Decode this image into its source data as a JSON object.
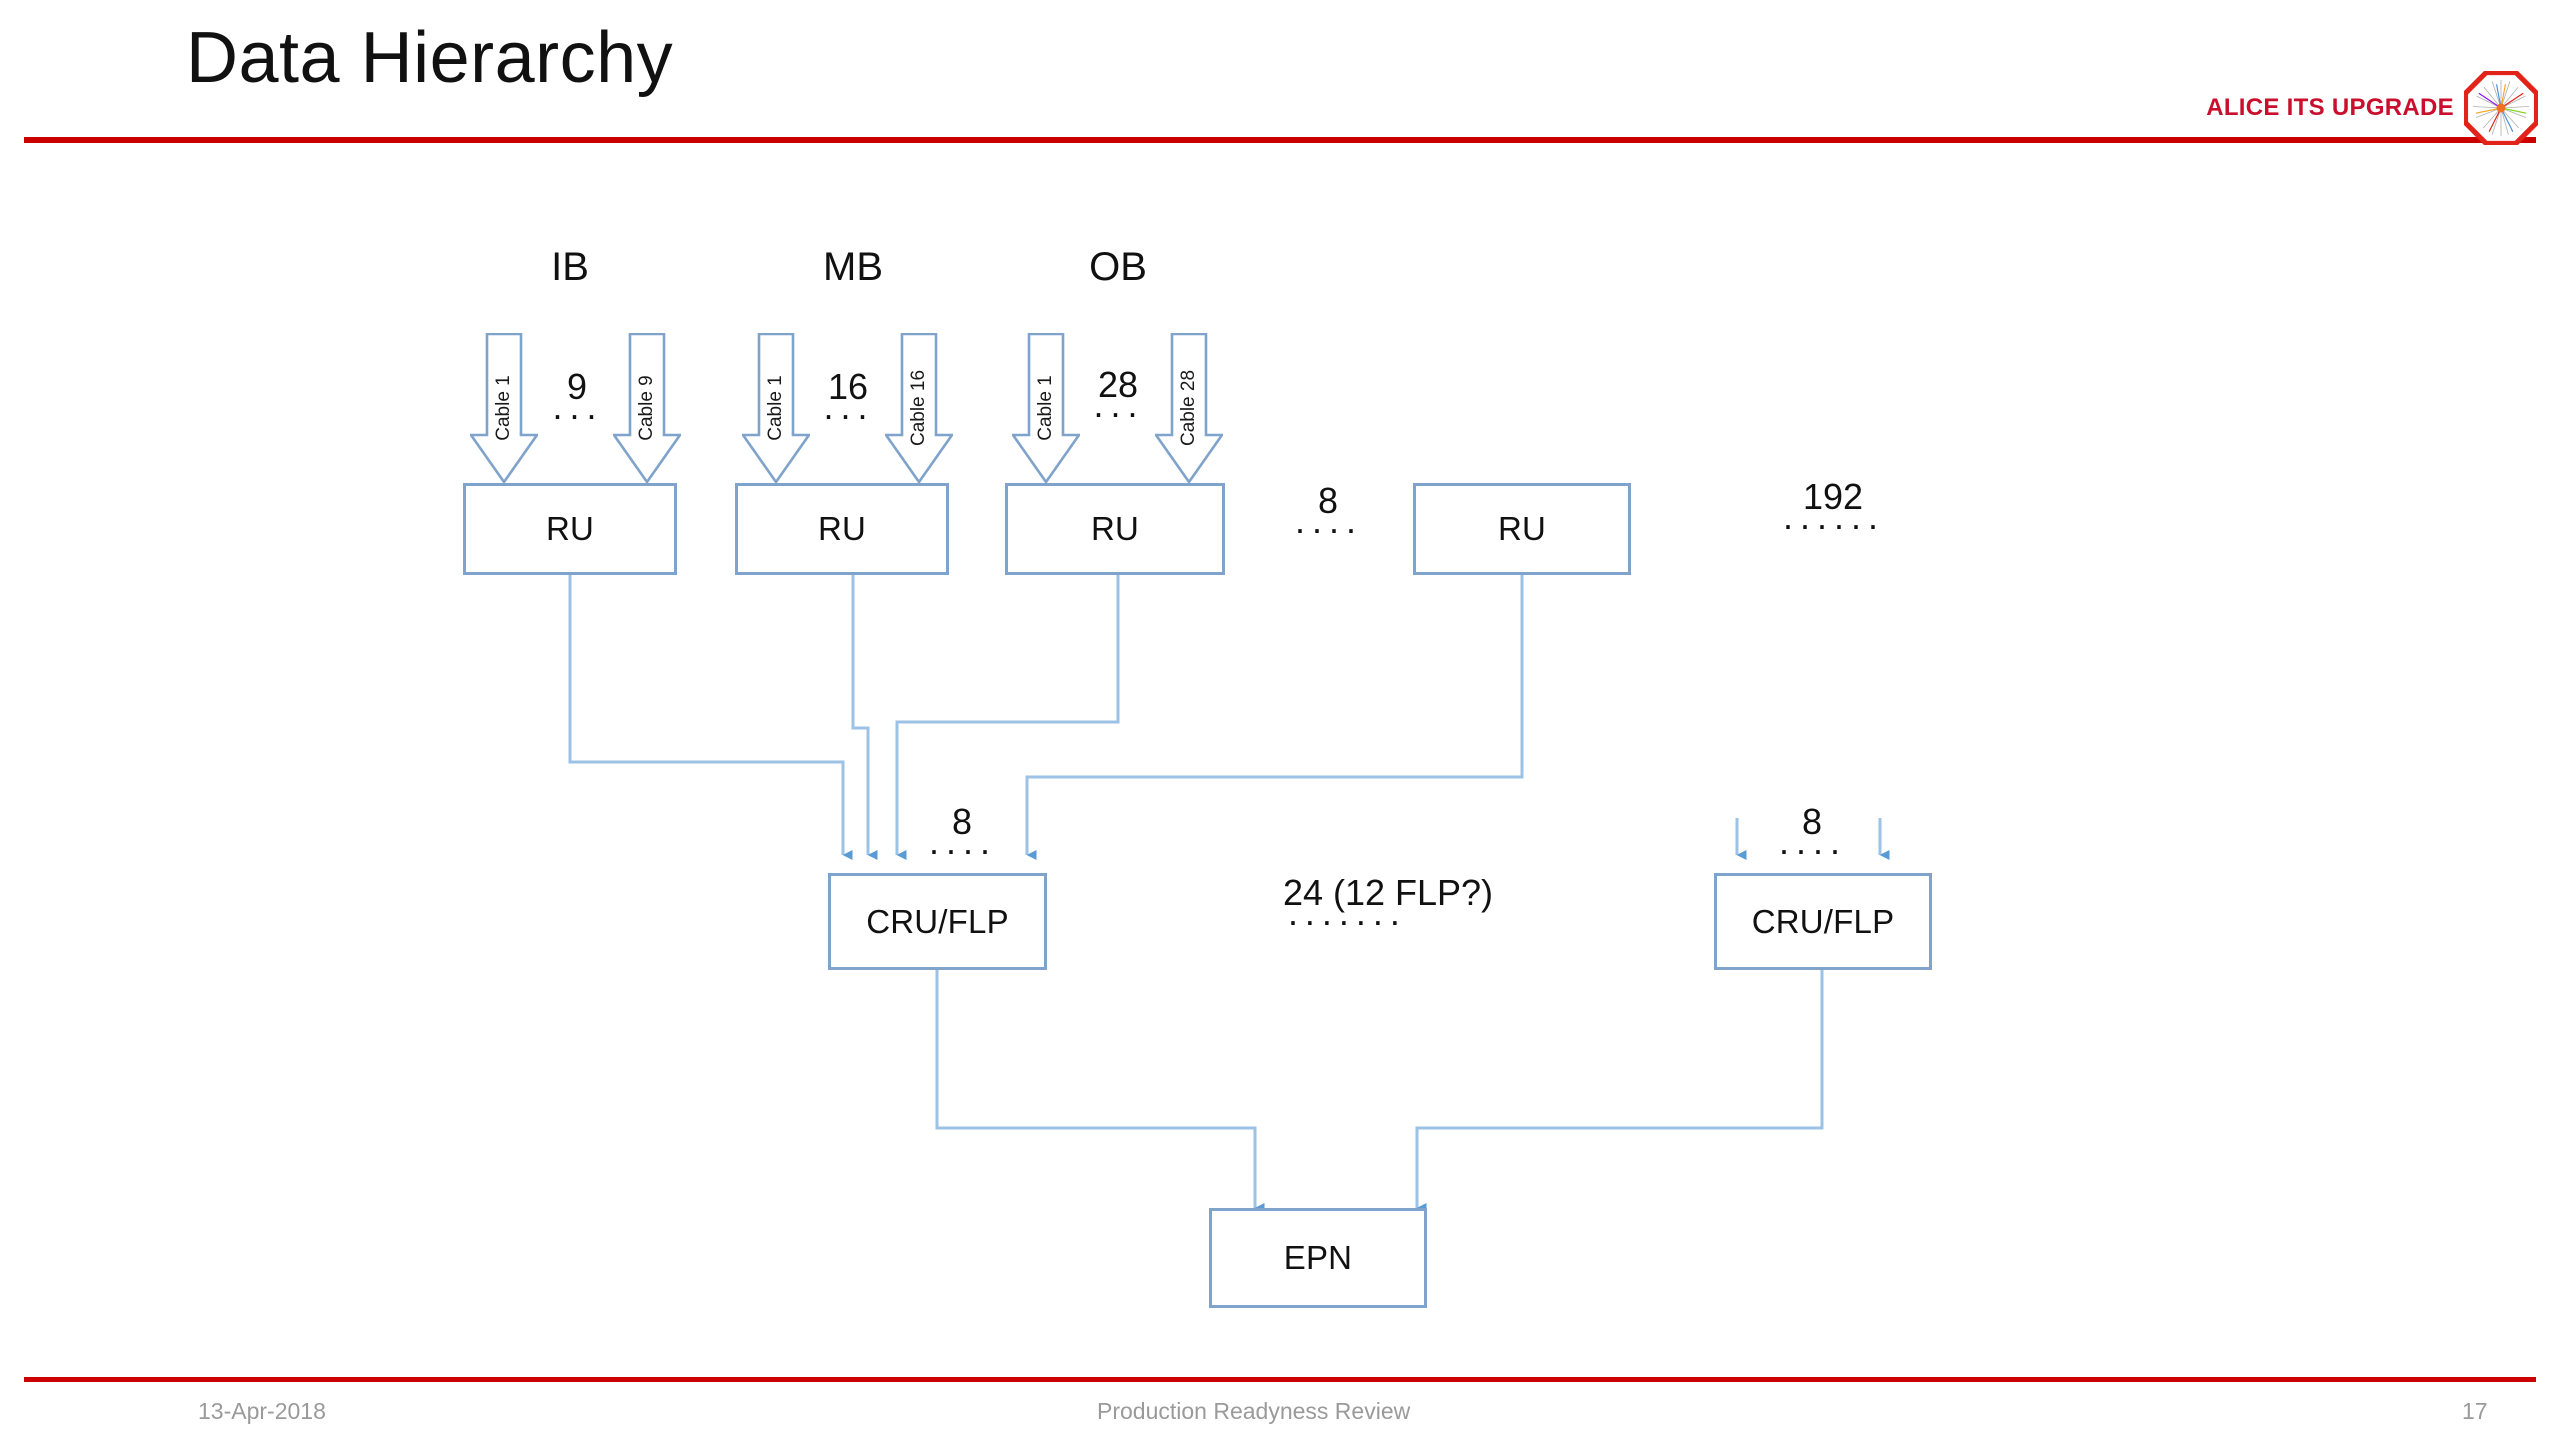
{
  "slide": {
    "title": "Data Hierarchy",
    "brand": "ALICE ITS UPGRADE",
    "accent_color": "#CC0000",
    "wire_color": "#9CC3E5",
    "box_border_color": "#7FA3CB"
  },
  "footer": {
    "date": "13-Apr-2018",
    "event": "Production Readyness Review",
    "page": "17"
  },
  "diagram": {
    "type": "block-hierarchy",
    "groups": [
      {
        "label": "IB",
        "count": "9",
        "dots": "···",
        "first_cable": "Cable 1",
        "last_cable": "Cable 9",
        "node": "RU"
      },
      {
        "label": "MB",
        "count": "16",
        "dots": "···",
        "first_cable": "Cable 1",
        "last_cable": "Cable 16",
        "node": "RU"
      },
      {
        "label": "OB",
        "count": "28",
        "dots": "···",
        "first_cable": "Cable 1",
        "last_cable": "Cable 28",
        "node": "RU"
      }
    ],
    "ru_gap": {
      "count": "8",
      "dots": "····"
    },
    "ru_extra": {
      "node": "RU"
    },
    "ru_total": {
      "count": "192",
      "dots": "······"
    },
    "cru_left": {
      "node": "CRU/FLP",
      "count": "8",
      "dots": "····"
    },
    "cru_right": {
      "node": "CRU/FLP",
      "count": "8",
      "dots": "····"
    },
    "cru_total": {
      "count": "24 (12 FLP?)",
      "dots": "·······"
    },
    "epn": {
      "node": "EPN"
    }
  }
}
